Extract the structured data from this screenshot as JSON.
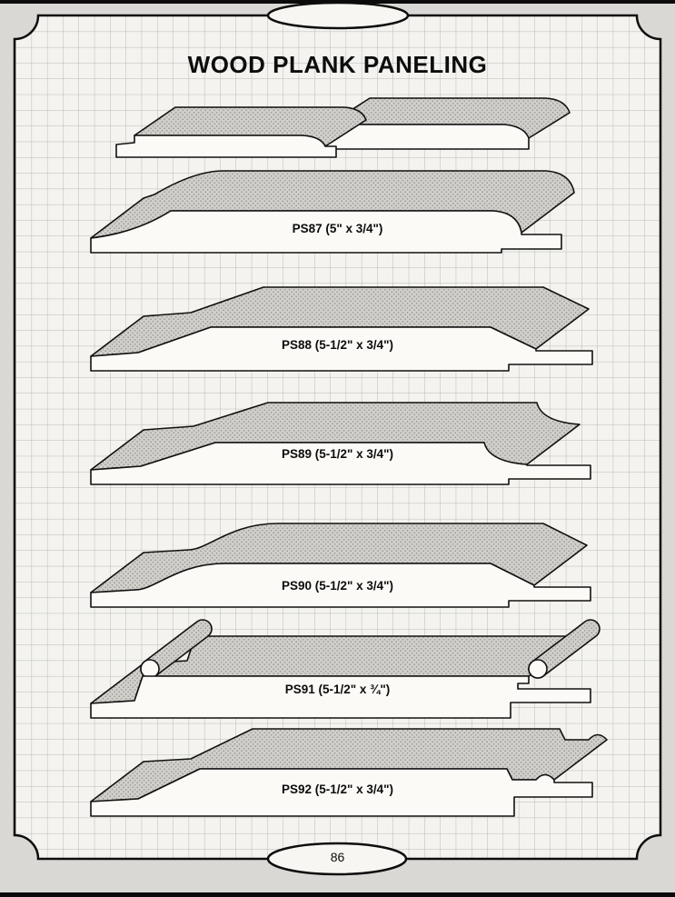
{
  "page": {
    "title": "WOOD PLANK PANELING",
    "page_number": "86"
  },
  "profiles": [
    {
      "code": "PS87",
      "label": "PS87 (5\" x 3/4\")"
    },
    {
      "code": "PS88",
      "label": "PS88 (5-1/2\" x 3/4\")"
    },
    {
      "code": "PS89",
      "label": "PS89 (5-1/2\" x 3/4\")"
    },
    {
      "code": "PS90",
      "label": "PS90 (5-1/2\" x 3/4\")"
    },
    {
      "code": "PS91",
      "label": "PS91 (5-1/2\" x ¾\")"
    },
    {
      "code": "PS92",
      "label": "PS92 (5-1/2\" x 3/4\")"
    }
  ],
  "colors": {
    "paper": "#f4f3ef",
    "grid_line": "#b7bab6",
    "plank_face": "#fbfaf7",
    "plank_top_gray": "#d0cfcb",
    "ink": "#111111"
  }
}
